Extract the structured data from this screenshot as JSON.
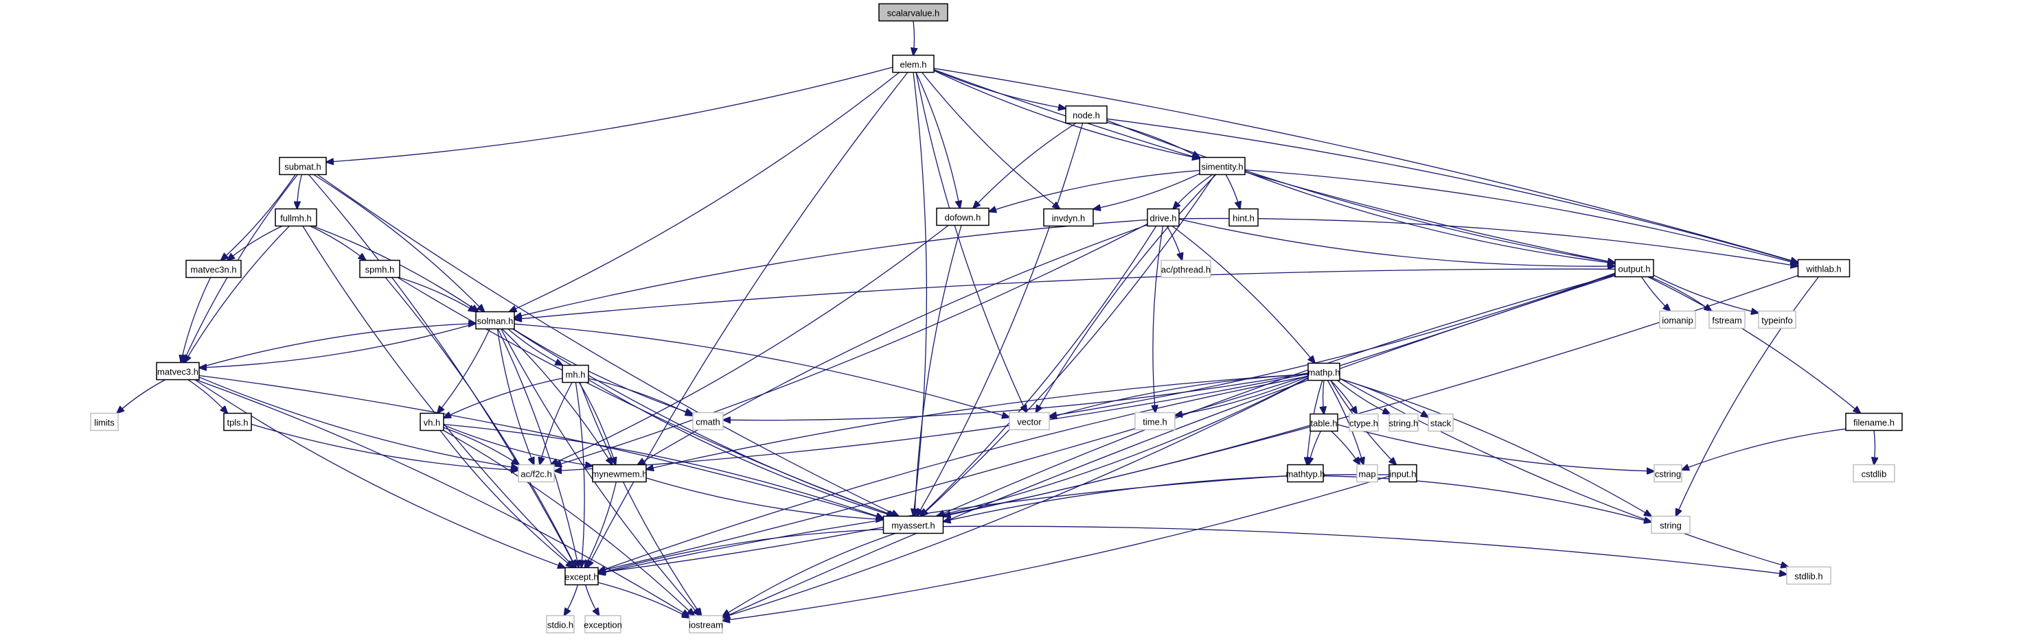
{
  "title": "scalarvalue.h include dependency graph",
  "colors": {
    "edge": "#191970",
    "root_fill": "#bfbfbf",
    "node_border": "#000000",
    "system_border": "#bfbfbf"
  },
  "nodes": [
    {
      "id": "scalarvalue",
      "label": "scalarvalue.h",
      "kind": "root"
    },
    {
      "id": "elem",
      "label": "elem.h",
      "kind": "project"
    },
    {
      "id": "node",
      "label": "node.h",
      "kind": "project"
    },
    {
      "id": "submat",
      "label": "submat.h",
      "kind": "project"
    },
    {
      "id": "simentity",
      "label": "simentity.h",
      "kind": "project"
    },
    {
      "id": "fullmh",
      "label": "fullmh.h",
      "kind": "project"
    },
    {
      "id": "dofown",
      "label": "dofown.h",
      "kind": "project"
    },
    {
      "id": "invdyn",
      "label": "invdyn.h",
      "kind": "project"
    },
    {
      "id": "drive",
      "label": "drive.h",
      "kind": "project"
    },
    {
      "id": "hint",
      "label": "hint.h",
      "kind": "project"
    },
    {
      "id": "matvec3n",
      "label": "matvec3n.h",
      "kind": "project"
    },
    {
      "id": "spmh",
      "label": "spmh.h",
      "kind": "project"
    },
    {
      "id": "acpthread",
      "label": "ac/pthread.h",
      "kind": "system"
    },
    {
      "id": "output",
      "label": "output.h",
      "kind": "project"
    },
    {
      "id": "withlab",
      "label": "withlab.h",
      "kind": "project"
    },
    {
      "id": "solman",
      "label": "solman.h",
      "kind": "project"
    },
    {
      "id": "iomanip",
      "label": "iomanip",
      "kind": "system"
    },
    {
      "id": "fstream",
      "label": "fstream",
      "kind": "system"
    },
    {
      "id": "typeinfo",
      "label": "typeinfo",
      "kind": "system"
    },
    {
      "id": "matvec3",
      "label": "matvec3.h",
      "kind": "project"
    },
    {
      "id": "mh",
      "label": "mh.h",
      "kind": "project"
    },
    {
      "id": "mathp",
      "label": "mathp.h",
      "kind": "project"
    },
    {
      "id": "limits",
      "label": "limits",
      "kind": "system"
    },
    {
      "id": "tpls",
      "label": "tpls.h",
      "kind": "project"
    },
    {
      "id": "vh",
      "label": "vh.h",
      "kind": "project"
    },
    {
      "id": "cmath",
      "label": "cmath",
      "kind": "system"
    },
    {
      "id": "vector",
      "label": "vector",
      "kind": "system"
    },
    {
      "id": "time",
      "label": "time.h",
      "kind": "system"
    },
    {
      "id": "table",
      "label": "table.h",
      "kind": "project"
    },
    {
      "id": "ctype",
      "label": "ctype.h",
      "kind": "system"
    },
    {
      "id": "stringh",
      "label": "string.h",
      "kind": "system"
    },
    {
      "id": "stack",
      "label": "stack",
      "kind": "system"
    },
    {
      "id": "filename",
      "label": "filename.h",
      "kind": "project"
    },
    {
      "id": "acf2c",
      "label": "ac/f2c.h",
      "kind": "system"
    },
    {
      "id": "mynewmem",
      "label": "mynewmem.h",
      "kind": "project"
    },
    {
      "id": "mathtyp",
      "label": "mathtyp.h",
      "kind": "project"
    },
    {
      "id": "map",
      "label": "map",
      "kind": "system"
    },
    {
      "id": "input",
      "label": "input.h",
      "kind": "project"
    },
    {
      "id": "cstring",
      "label": "cstring",
      "kind": "system"
    },
    {
      "id": "cstdlib",
      "label": "cstdlib",
      "kind": "system"
    },
    {
      "id": "myassert",
      "label": "myassert.h",
      "kind": "project"
    },
    {
      "id": "string",
      "label": "string",
      "kind": "system"
    },
    {
      "id": "except",
      "label": "except.h",
      "kind": "project"
    },
    {
      "id": "stdlibh",
      "label": "stdlib.h",
      "kind": "system"
    },
    {
      "id": "stdio",
      "label": "stdio.h",
      "kind": "system"
    },
    {
      "id": "exception",
      "label": "exception",
      "kind": "system"
    },
    {
      "id": "iostream",
      "label": "iostream",
      "kind": "system"
    }
  ],
  "edges": [
    [
      "scalarvalue",
      "elem"
    ],
    [
      "elem",
      "node"
    ],
    [
      "elem",
      "submat"
    ],
    [
      "elem",
      "simentity"
    ],
    [
      "elem",
      "dofown"
    ],
    [
      "elem",
      "invdyn"
    ],
    [
      "elem",
      "withlab"
    ],
    [
      "elem",
      "output"
    ],
    [
      "elem",
      "solman"
    ],
    [
      "elem",
      "vector"
    ],
    [
      "elem",
      "myassert"
    ],
    [
      "elem",
      "except"
    ],
    [
      "node",
      "simentity"
    ],
    [
      "node",
      "dofown"
    ],
    [
      "node",
      "withlab"
    ],
    [
      "node",
      "output"
    ],
    [
      "node",
      "myassert"
    ],
    [
      "submat",
      "fullmh"
    ],
    [
      "submat",
      "matvec3n"
    ],
    [
      "submat",
      "matvec3"
    ],
    [
      "submat",
      "solman"
    ],
    [
      "submat",
      "myassert"
    ],
    [
      "submat",
      "except"
    ],
    [
      "simentity",
      "dofown"
    ],
    [
      "simentity",
      "invdyn"
    ],
    [
      "simentity",
      "drive"
    ],
    [
      "simentity",
      "hint"
    ],
    [
      "simentity",
      "output"
    ],
    [
      "simentity",
      "withlab"
    ],
    [
      "simentity",
      "vector"
    ],
    [
      "simentity",
      "myassert"
    ],
    [
      "fullmh",
      "matvec3n"
    ],
    [
      "fullmh",
      "spmh"
    ],
    [
      "fullmh",
      "matvec3"
    ],
    [
      "fullmh",
      "solman"
    ],
    [
      "fullmh",
      "except"
    ],
    [
      "dofown",
      "acf2c"
    ],
    [
      "dofown",
      "myassert"
    ],
    [
      "drive",
      "acpthread"
    ],
    [
      "drive",
      "output"
    ],
    [
      "drive",
      "withlab"
    ],
    [
      "drive",
      "solman"
    ],
    [
      "drive",
      "mathp"
    ],
    [
      "drive",
      "time"
    ],
    [
      "drive",
      "acf2c"
    ],
    [
      "drive",
      "mynewmem"
    ],
    [
      "drive",
      "myassert"
    ],
    [
      "matvec3n",
      "matvec3"
    ],
    [
      "spmh",
      "solman"
    ],
    [
      "spmh",
      "myassert"
    ],
    [
      "spmh",
      "except"
    ],
    [
      "output",
      "iomanip"
    ],
    [
      "output",
      "fstream"
    ],
    [
      "output",
      "typeinfo"
    ],
    [
      "output",
      "filename"
    ],
    [
      "output",
      "solman"
    ],
    [
      "output",
      "vector"
    ],
    [
      "output",
      "myassert"
    ],
    [
      "output",
      "except"
    ],
    [
      "output",
      "iostream"
    ],
    [
      "withlab",
      "myassert"
    ],
    [
      "withlab",
      "string"
    ],
    [
      "solman",
      "matvec3"
    ],
    [
      "solman",
      "mh"
    ],
    [
      "solman",
      "vh"
    ],
    [
      "solman",
      "cmath"
    ],
    [
      "solman",
      "vector"
    ],
    [
      "solman",
      "acf2c"
    ],
    [
      "solman",
      "mynewmem"
    ],
    [
      "solman",
      "myassert"
    ],
    [
      "solman",
      "except"
    ],
    [
      "solman",
      "iostream"
    ],
    [
      "matvec3",
      "solman"
    ],
    [
      "matvec3",
      "limits"
    ],
    [
      "matvec3",
      "tpls"
    ],
    [
      "matvec3",
      "acf2c"
    ],
    [
      "matvec3",
      "myassert"
    ],
    [
      "matvec3",
      "except"
    ],
    [
      "matvec3",
      "iostream"
    ],
    [
      "mh",
      "vh"
    ],
    [
      "mh",
      "cmath"
    ],
    [
      "mh",
      "acf2c"
    ],
    [
      "mh",
      "mynewmem"
    ],
    [
      "mh",
      "myassert"
    ],
    [
      "mh",
      "except"
    ],
    [
      "mh",
      "iostream"
    ],
    [
      "mathp",
      "cmath"
    ],
    [
      "mathp",
      "vector"
    ],
    [
      "mathp",
      "time"
    ],
    [
      "mathp",
      "table"
    ],
    [
      "mathp",
      "ctype"
    ],
    [
      "mathp",
      "stringh"
    ],
    [
      "mathp",
      "stack"
    ],
    [
      "mathp",
      "mathtyp"
    ],
    [
      "mathp",
      "map"
    ],
    [
      "mathp",
      "input"
    ],
    [
      "mathp",
      "string"
    ],
    [
      "mathp",
      "stdlibh"
    ],
    [
      "mathp",
      "acf2c"
    ],
    [
      "mathp",
      "mynewmem"
    ],
    [
      "mathp",
      "myassert"
    ],
    [
      "mathp",
      "except"
    ],
    [
      "mathp",
      "iostream"
    ],
    [
      "tpls",
      "acf2c"
    ],
    [
      "vh",
      "acf2c"
    ],
    [
      "vh",
      "mynewmem"
    ],
    [
      "vh",
      "myassert"
    ],
    [
      "vh",
      "except"
    ],
    [
      "vh",
      "iostream"
    ],
    [
      "table",
      "mathtyp"
    ],
    [
      "table",
      "map"
    ],
    [
      "table",
      "cstring"
    ],
    [
      "table",
      "except"
    ],
    [
      "filename",
      "cstring"
    ],
    [
      "filename",
      "cstdlib"
    ],
    [
      "mynewmem",
      "myassert"
    ],
    [
      "mynewmem",
      "except"
    ],
    [
      "mathtyp",
      "except"
    ],
    [
      "mathtyp",
      "string"
    ],
    [
      "input",
      "myassert"
    ],
    [
      "input",
      "iostream"
    ],
    [
      "myassert",
      "except"
    ],
    [
      "myassert",
      "stdlibh"
    ],
    [
      "myassert",
      "iostream"
    ],
    [
      "except",
      "stdio"
    ],
    [
      "except",
      "exception"
    ],
    [
      "except",
      "iostream"
    ]
  ]
}
